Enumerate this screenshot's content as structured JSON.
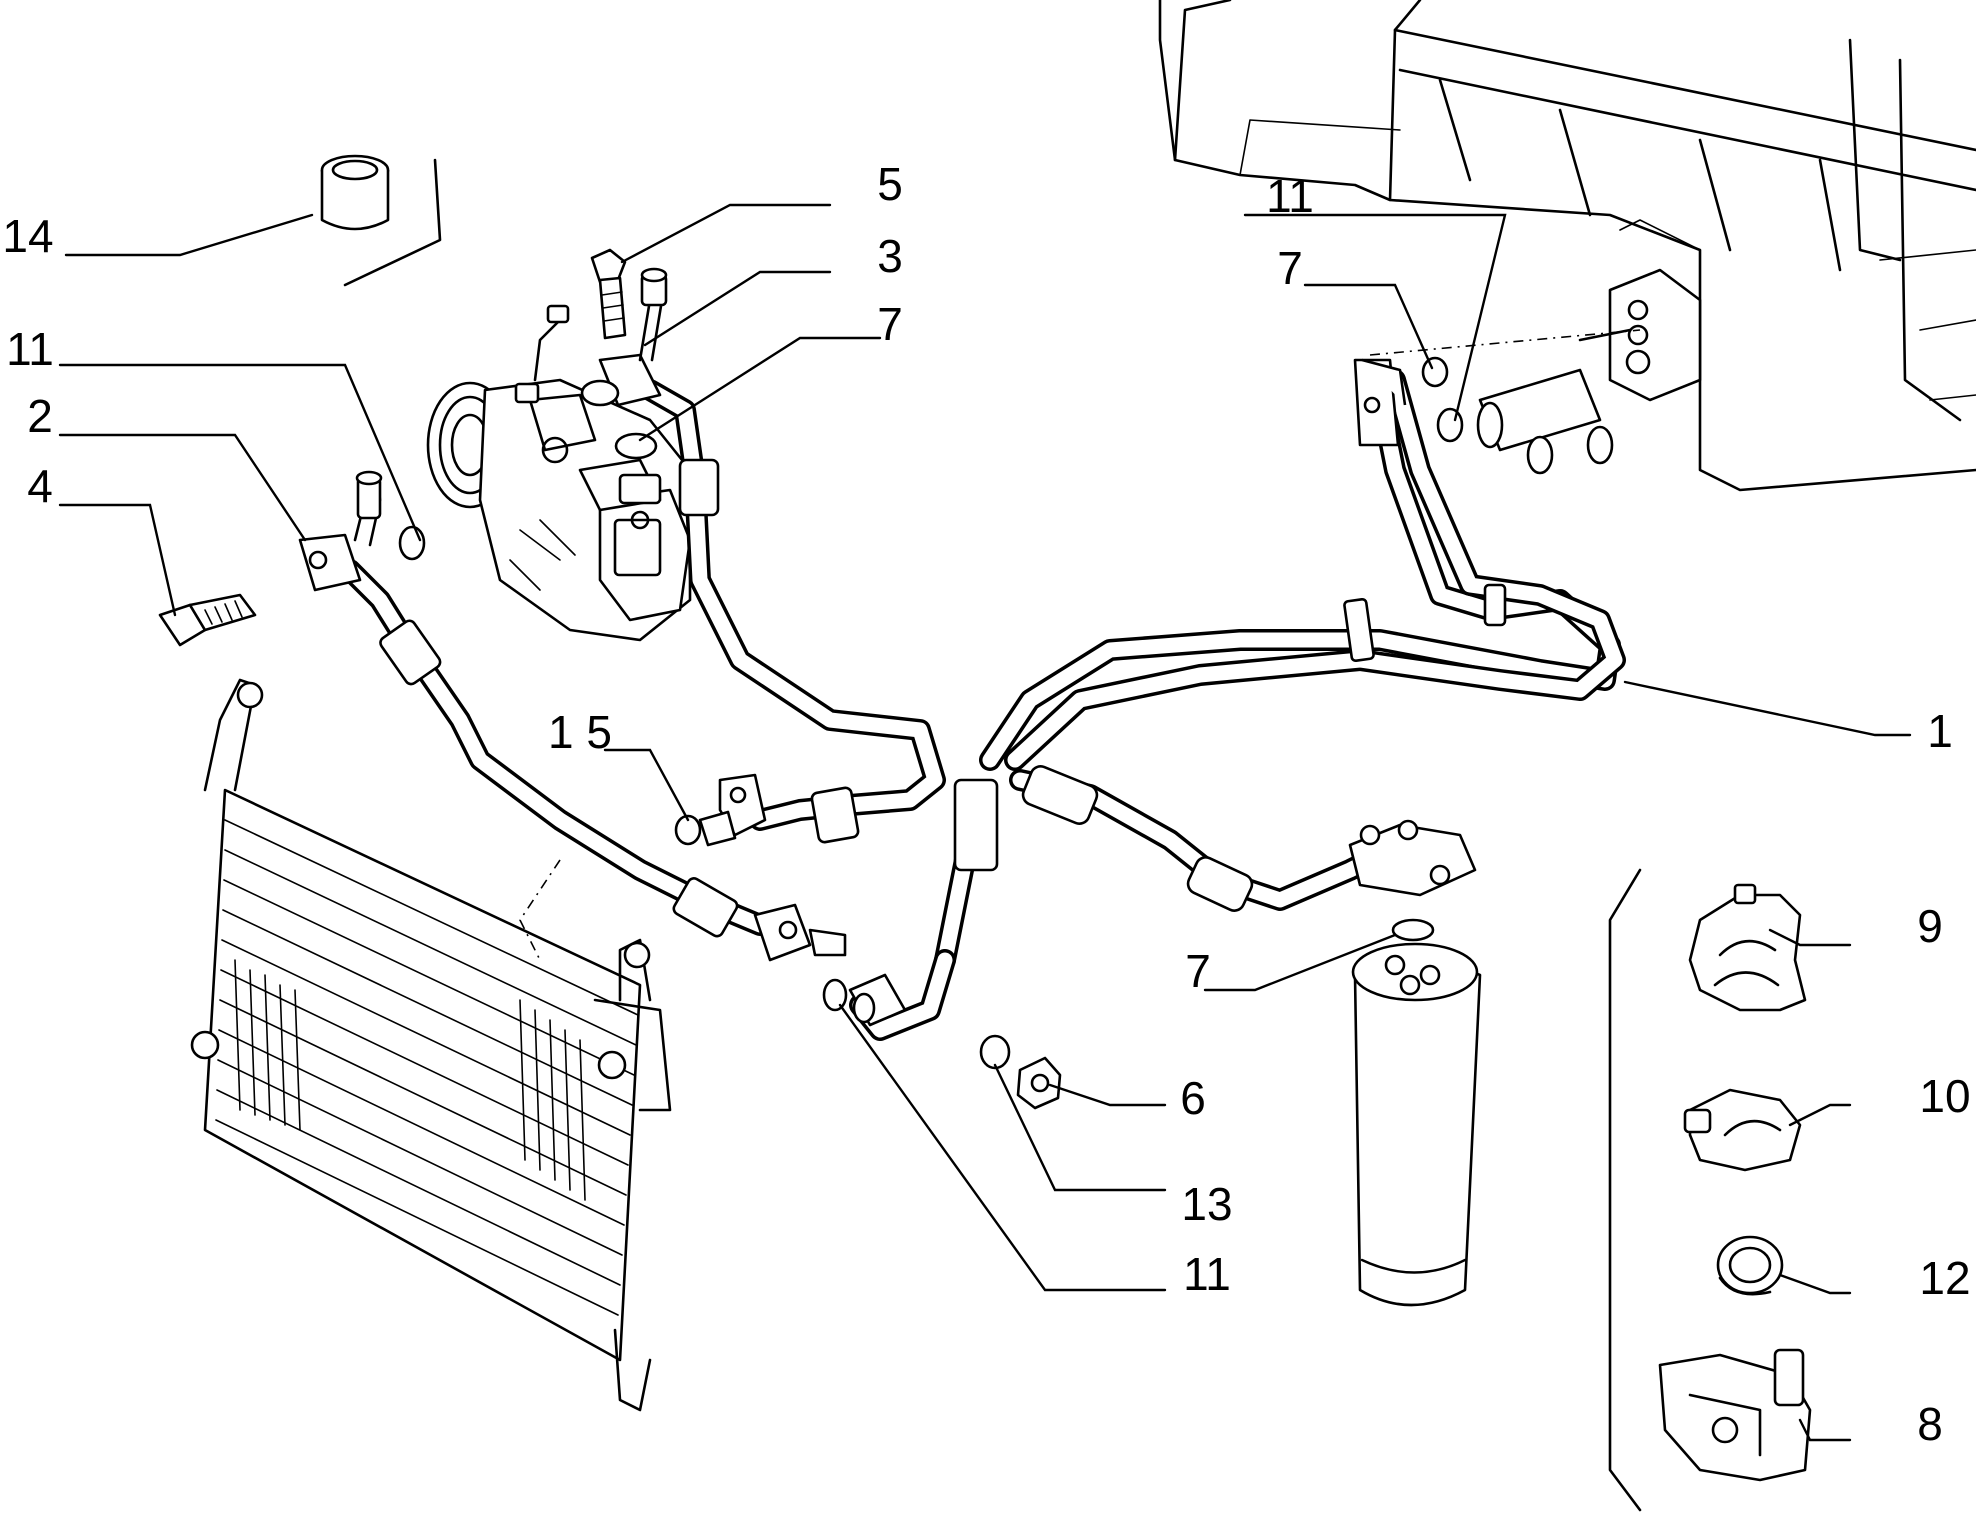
{
  "callouts": {
    "c1": "1",
    "c2": "2",
    "c3": "3",
    "c4": "4",
    "c5": "5",
    "c6": "6",
    "c7a": "7",
    "c7b": "7",
    "c7c": "7",
    "c8": "8",
    "c9": "9",
    "c10": "10",
    "c11a": "11",
    "c11b": "11",
    "c11c": "11",
    "c12": "12",
    "c13": "13",
    "c14": "14",
    "c15": "1 5"
  }
}
